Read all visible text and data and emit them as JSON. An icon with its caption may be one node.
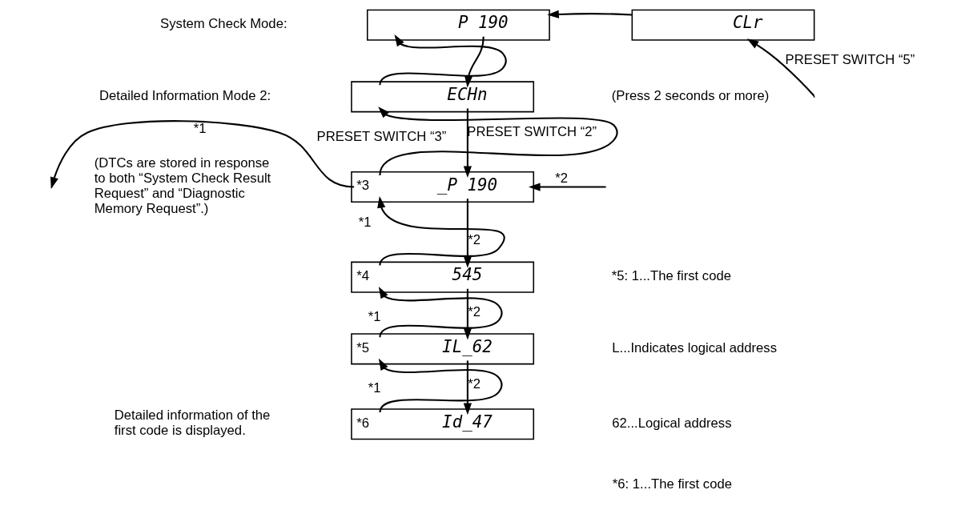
{
  "diagram": {
    "nodes": [
      {
        "text": [
          "P 190"
        ]
      },
      {
        "text": [
          "CLr"
        ]
      },
      {
        "text": [
          "ECHn"
        ]
      },
      {
        "text": [
          "*3",
          "_P 190"
        ]
      },
      {
        "text": [
          "*4",
          "545"
        ]
      },
      {
        "text": [
          "*5",
          "IL_62"
        ]
      },
      {
        "text": [
          "*6",
          "Id_47"
        ]
      }
    ],
    "edges": [
      {
        "from": 1,
        "to": 0,
        "arrow": "to"
      },
      {
        "from": 0,
        "to": 2,
        "arrow": "to"
      },
      {
        "from": 2,
        "to": 0,
        "arrow": "to"
      },
      {
        "from": 3,
        "to": 2,
        "arrow": "to",
        "label": "PRESET SWITCH “3”"
      },
      {
        "from": 2,
        "to": 3,
        "arrow": "to",
        "label": "PRESET SWITCH “2”"
      },
      {
        "from": null,
        "to": 1,
        "arrow": "to",
        "label": "PRESET SWITCH “5”"
      },
      {
        "from": 3,
        "to": null,
        "arrow": "to",
        "label": "*1"
      },
      {
        "from": null,
        "to": 3,
        "arrow": "to",
        "label": "*2"
      },
      {
        "from": 4,
        "to": 3,
        "arrow": "to",
        "label": "*1"
      },
      {
        "from": 3,
        "to": 4,
        "arrow": "to",
        "label": "*2"
      },
      {
        "from": 5,
        "to": 4,
        "arrow": "to",
        "label": "*1"
      },
      {
        "from": 4,
        "to": 5,
        "arrow": "to",
        "label": "*2"
      },
      {
        "from": 6,
        "to": 5,
        "arrow": "to",
        "label": "*1"
      },
      {
        "from": 5,
        "to": 6,
        "arrow": "to",
        "label": "*2"
      }
    ],
    "labels": [
      "System Check Mode:",
      "Detailed Information Mode 2:",
      "(DTCs are stored in response to both “System Check Result Request” and “Diagnostic Memory Request”.)",
      "(Press 2 seconds or more)",
      "Detailed information of the first code is displayed.",
      "*5: 1...The first code",
      "L...Indicates logical address",
      "62...Logical address",
      "*6: 1...The first code"
    ]
  }
}
